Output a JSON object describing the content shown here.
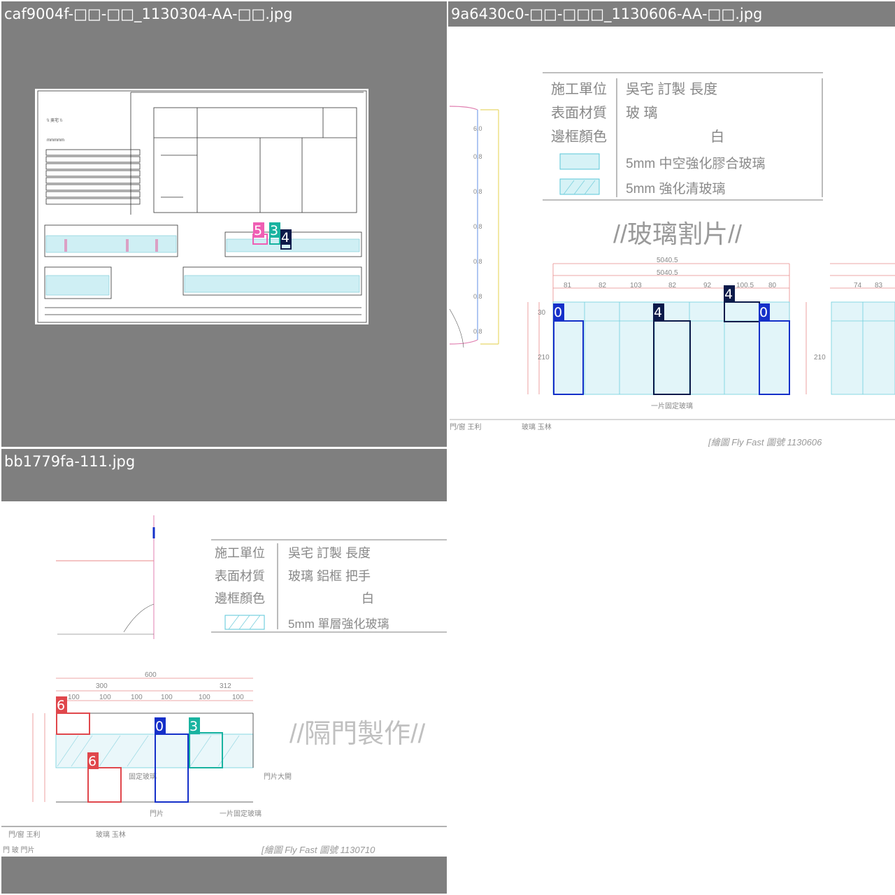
{
  "tiles": [
    {
      "filename": "caf9004f-□□-□□_1130304-AA-□□.jpg",
      "boxes": [
        {
          "cls": "5",
          "color": "#ef5fb4"
        },
        {
          "cls": "3",
          "color": "#19b3a0"
        },
        {
          "cls": "4",
          "color": "#0c1a4a"
        }
      ]
    },
    {
      "filename": "9a6430c0-□□-□□□_1130606-AA-□□.jpg",
      "drawing_title": "//玻璃割片//",
      "legend": [
        "5mm 中空強化膠合玻璃",
        "5mm 強化清玻璃"
      ],
      "footer_right": "[繪圖 Fly Fast 圖號 1130606",
      "boxes": [
        {
          "cls": "0",
          "color": "#1530c9"
        },
        {
          "cls": "4",
          "color": "#0c1a4a"
        },
        {
          "cls": "4",
          "color": "#0c1a4a"
        },
        {
          "cls": "0",
          "color": "#1530c9"
        }
      ]
    },
    {
      "filename": "bb1779fa-111.jpg",
      "drawing_title": "//隔門製作//",
      "legend": [
        "5mm 單層強化玻璃"
      ],
      "footer_right": "[繪圖 Fly Fast 圖號 1130710",
      "boxes": [
        {
          "cls": "6",
          "color": "#e0474c"
        },
        {
          "cls": "6",
          "color": "#e0474c"
        },
        {
          "cls": "0",
          "color": "#1530c9"
        },
        {
          "cls": "3",
          "color": "#19b3a0"
        }
      ]
    }
  ]
}
